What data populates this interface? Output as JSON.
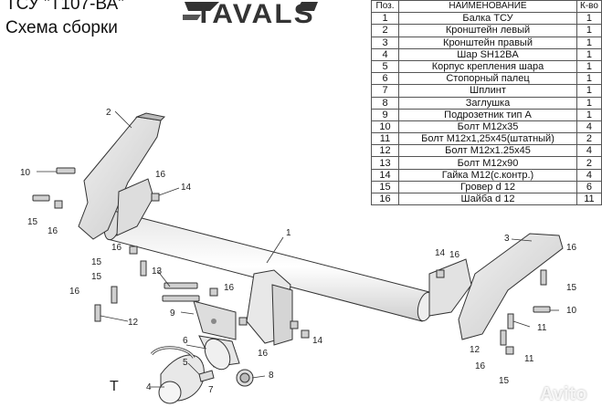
{
  "title": "ТСУ  \"Т107-ВА\"",
  "subtitle": "Схема сборки",
  "logo_text": "TAVALS",
  "watermark": "Avito",
  "table": {
    "headers": [
      "Поз.",
      "НАИМЕНОВАНИЕ",
      "К-во"
    ],
    "rows": [
      {
        "pos": "1",
        "name": "Балка ТСУ",
        "qty": "1"
      },
      {
        "pos": "2",
        "name": "Кронштейн левый",
        "qty": "1"
      },
      {
        "pos": "3",
        "name": "Кронштейн правый",
        "qty": "1"
      },
      {
        "pos": "4",
        "name": "Шар SH12BA",
        "qty": "1"
      },
      {
        "pos": "5",
        "name": "Корпус крепления шара",
        "qty": "1"
      },
      {
        "pos": "6",
        "name": "Стопорный палец",
        "qty": "1"
      },
      {
        "pos": "7",
        "name": "Шплинт",
        "qty": "1"
      },
      {
        "pos": "8",
        "name": "Заглушка",
        "qty": "1"
      },
      {
        "pos": "9",
        "name": "Подрозетник тип А",
        "qty": "1"
      },
      {
        "pos": "10",
        "name": "Болт М12х35",
        "qty": "4"
      },
      {
        "pos": "11",
        "name": "Болт М12х1,25х45(штатный)",
        "qty": "2"
      },
      {
        "pos": "12",
        "name": "Болт М12х1.25х45",
        "qty": "4"
      },
      {
        "pos": "13",
        "name": "Болт М12х90",
        "qty": "2"
      },
      {
        "pos": "14",
        "name": "Гайка М12(с.контр.)",
        "qty": "4"
      },
      {
        "pos": "15",
        "name": "Гровер d 12",
        "qty": "6"
      },
      {
        "pos": "16",
        "name": "Шайба d 12",
        "qty": "11"
      }
    ]
  },
  "callouts": {
    "c1": "1",
    "c2": "2",
    "c3": "3",
    "c4": "4",
    "c5": "5",
    "c6": "6",
    "c7": "7",
    "c8": "8",
    "c9": "9",
    "c10": "10",
    "c11": "11",
    "c12": "12",
    "c13": "13",
    "c14": "14",
    "c15": "15",
    "c16": "16",
    "cT": "T"
  }
}
